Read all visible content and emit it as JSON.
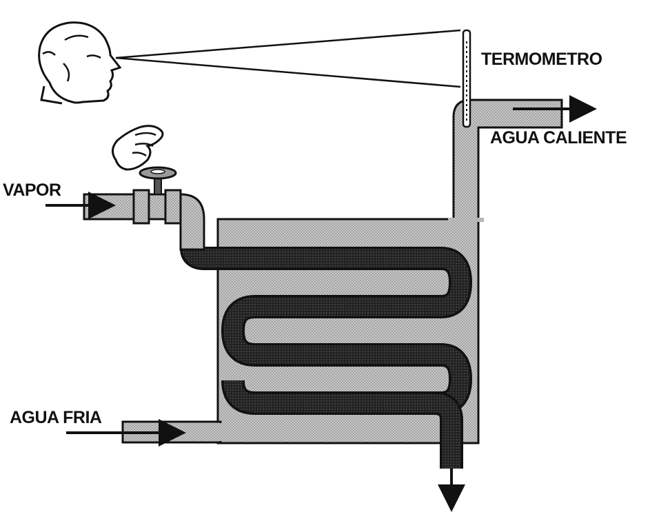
{
  "labels": {
    "termometro": "TERMOMETRO",
    "agua_caliente": "AGUA CALIENTE",
    "vapor": "VAPOR",
    "agua_fria": "AGUA FRIA"
  },
  "colors": {
    "ink": "#111111",
    "water_fill": "#bdbdbd",
    "coil_fill": "#2b2b2b",
    "background": "#ffffff"
  },
  "icons": [
    "observer-head-icon",
    "hand-icon",
    "valve-wheel-icon",
    "flow-arrow-icon"
  ]
}
